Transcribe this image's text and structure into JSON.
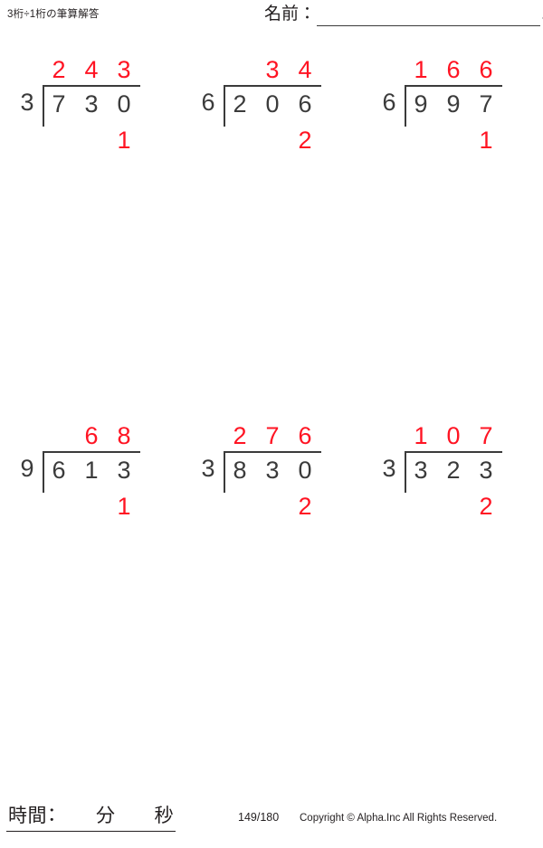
{
  "header": {
    "title": "3桁÷1桁の筆算解答",
    "name_label": "名前：",
    "name_value": "",
    "name_trailing_dot": "."
  },
  "problems": [
    {
      "index": 1,
      "divisor": "3",
      "dividend_digits": [
        "7",
        "3",
        "0"
      ],
      "quotient_digits": [
        "2",
        "4",
        "3"
      ],
      "remainder_digits": [
        "",
        "",
        "1"
      ]
    },
    {
      "index": 2,
      "divisor": "6",
      "dividend_digits": [
        "2",
        "0",
        "6"
      ],
      "quotient_digits": [
        "",
        "3",
        "4"
      ],
      "remainder_digits": [
        "",
        "",
        "2"
      ]
    },
    {
      "index": 3,
      "divisor": "6",
      "dividend_digits": [
        "9",
        "9",
        "7"
      ],
      "quotient_digits": [
        "1",
        "6",
        "6"
      ],
      "remainder_digits": [
        "",
        "",
        "1"
      ]
    },
    {
      "index": 4,
      "divisor": "9",
      "dividend_digits": [
        "6",
        "1",
        "3"
      ],
      "quotient_digits": [
        "",
        "6",
        "8"
      ],
      "remainder_digits": [
        "",
        "",
        "1"
      ]
    },
    {
      "index": 5,
      "divisor": "3",
      "dividend_digits": [
        "8",
        "3",
        "0"
      ],
      "quotient_digits": [
        "2",
        "7",
        "6"
      ],
      "remainder_digits": [
        "",
        "",
        "2"
      ]
    },
    {
      "index": 6,
      "divisor": "3",
      "dividend_digits": [
        "3",
        "2",
        "3"
      ],
      "quotient_digits": [
        "1",
        "0",
        "7"
      ],
      "remainder_digits": [
        "",
        "",
        "2"
      ]
    }
  ],
  "footer": {
    "time_label": "時間：　　分　　秒",
    "page_counter": "149/180",
    "copyright": "Copyright © Alpha.Inc All Rights Reserved."
  },
  "colors": {
    "answer_red": "#ff1423",
    "ink_black": "#3b3b3b",
    "text_black": "#231f20"
  }
}
